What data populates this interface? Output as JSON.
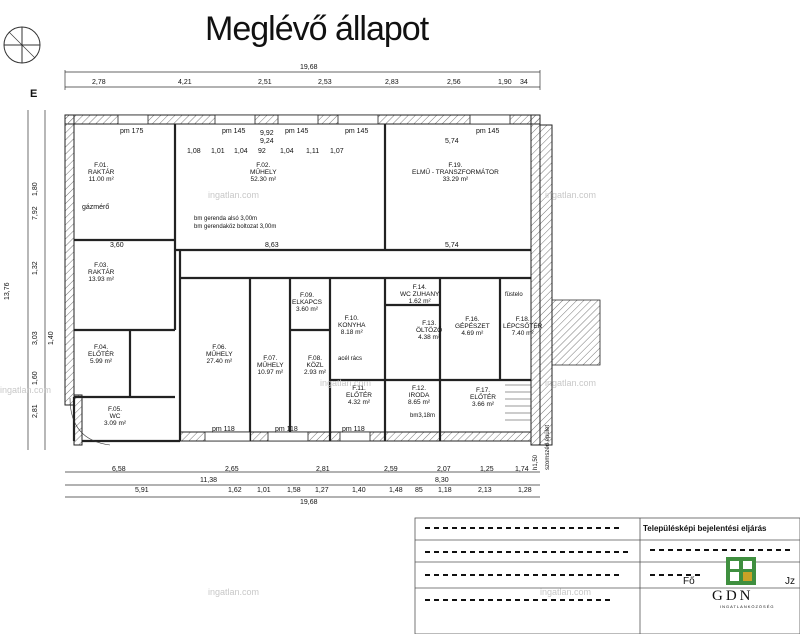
{
  "title": "Meglévő állapot",
  "watermark": "ingatlan.com",
  "form": {
    "header": "Településképi bejelentési eljárás",
    "fragment1": "Fő",
    "fragment2": "Jz"
  },
  "logo": {
    "text": "GDN",
    "subtext": "INGATLANKÖZÖSÉG"
  },
  "corner_mark": "E",
  "rooms": [
    {
      "id": "F.01.",
      "name": "RAKTÁR",
      "area": "11.00 m²"
    },
    {
      "id": "F.02.",
      "name": "MŰHELY",
      "area": "52.30 m²"
    },
    {
      "id": "F.19.",
      "name": "ELMŰ - TRANSZFORMÁTOR",
      "area": "33.29 m²"
    },
    {
      "id": "F.03.",
      "name": "RAKTÁR",
      "area": "13.93 m²"
    },
    {
      "id": "F.04.",
      "name": "ELŐTÉR",
      "area": "5.99 m²"
    },
    {
      "id": "F.05.",
      "name": "WC",
      "area": "3.09 m²"
    },
    {
      "id": "F.06.",
      "name": "MŰHELY",
      "area": "27.40 m²"
    },
    {
      "id": "F.07.",
      "name": "MŰHELY",
      "area": "10.97 m²"
    },
    {
      "id": "F.08.",
      "name": "KÖZL",
      "area": "2.93 m²"
    },
    {
      "id": "F.09.",
      "name": "ELKAPCS",
      "area": "3.60 m²"
    },
    {
      "id": "F.10.",
      "name": "KONYHA",
      "area": "8.18 m²"
    },
    {
      "id": "F.11.",
      "name": "ELŐTÉR",
      "area": "4.32 m²"
    },
    {
      "id": "F.12.",
      "name": "IRODA",
      "area": "8.65 m²"
    },
    {
      "id": "F.13.",
      "name": "ÖLTÖZŐ",
      "area": "4.38 m²"
    },
    {
      "id": "F.14.",
      "name": "WC ZUHANY",
      "area": "1.62 m²"
    },
    {
      "id": "F.16.",
      "name": "GÉPÉSZET",
      "area": "4.69 m²"
    },
    {
      "id": "F.17.",
      "name": "ELŐTÉR",
      "area": "3.66 m²"
    },
    {
      "id": "F.18.",
      "name": "LÉPCSŐTÉR",
      "area": "7.40 m²"
    }
  ],
  "notes": {
    "gazmero": "gázmérő",
    "beam1": "bm gerenda alsó 3,00m",
    "beam2": "bm gerendaköz boltozat 3,00m",
    "acel": "acél rács",
    "bm318": "bm3,18m",
    "fustelo": "füstelo",
    "szomszed": "szomszéd épület",
    "h150": "h1,50",
    "pm": [
      "pm 175",
      "pm 145",
      "pm 145",
      "pm 145",
      "pm 145",
      "pm 118",
      "pm 118",
      "pm 118"
    ]
  },
  "dims_top": [
    "2,78",
    "4,21",
    "2,51",
    "2,53",
    "2,83",
    "2,56",
    "1,90",
    "34"
  ],
  "dims_total": "19,68",
  "dims_bottom1": [
    "6,58",
    "2,65",
    "2,81",
    "2,59",
    "2,07",
    "1,25",
    "1,74"
  ],
  "dims_bottom2": [
    "11,38",
    "8,30"
  ],
  "dims_bottom3": [
    "5,91",
    "1,62",
    "1,01",
    "1,58",
    "1,27",
    "1,40",
    "1,48",
    "85",
    "1,18",
    "2,13",
    "1,28"
  ],
  "dims_inner": [
    "1,08",
    "1,01",
    "1,04",
    "92",
    "1,04",
    "1,11",
    "1,07",
    "5,74",
    "5,74",
    "8,63",
    "3,60",
    "9,92",
    "9,24"
  ],
  "dims_left": [
    "13,76",
    "7,92",
    "1,80",
    "1,32",
    "3,03",
    "1,40",
    "1,60",
    "2,81"
  ],
  "colors": {
    "line": "#222222",
    "hatch": "#777777",
    "watermark": "#c8c8c8"
  }
}
